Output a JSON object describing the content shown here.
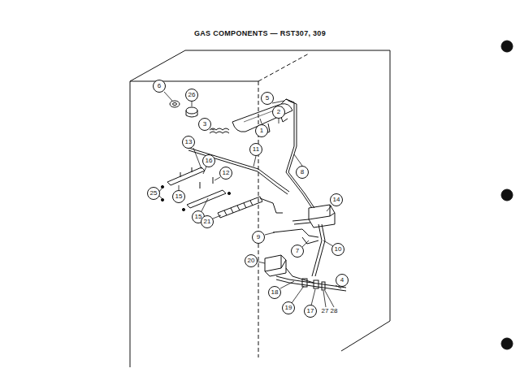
{
  "diagram": {
    "title": "GAS COMPONENTS — RST307, 309",
    "labels": [
      "6",
      "26",
      "5",
      "2",
      "3",
      "1",
      "13",
      "11",
      "16",
      "12",
      "8",
      "25",
      "15",
      "15",
      "14",
      "21",
      "9",
      "7",
      "10",
      "20",
      "4",
      "18",
      "19",
      "17",
      "27",
      "28"
    ]
  }
}
